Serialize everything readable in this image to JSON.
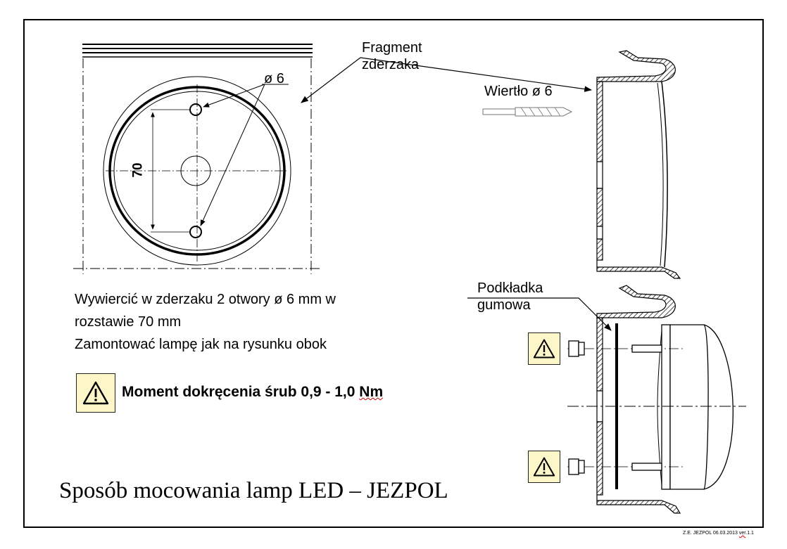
{
  "labels": {
    "fragment_line1": "Fragment",
    "fragment_line2": "zderzaka",
    "hole_diameter": "ø 6",
    "spacing": "70",
    "drill": "Wiertło ø 6",
    "washer_line1": "Podkładka",
    "washer_line2": "gumowa"
  },
  "instructions": {
    "line1": "Wywiercić  w zderzaku 2 otwory ø 6 mm w",
    "line2": "rozstawie 70 mm",
    "line3": "Zamontować lampę jak na rysunku obok"
  },
  "torque": {
    "prefix": "Moment dokręcenia śrub  0,9 - 1,0 ",
    "unit": "Nm"
  },
  "title": "Sposób mocowania lamp LED – JEZPOL",
  "footer": {
    "text_before": "Z.E. JEZPOL  06.03.2013 ",
    "ver": "ver",
    "text_after": ".1.1"
  },
  "icons": {
    "warning": "warning-triangle-icon"
  },
  "colors": {
    "warning_bg": "#fdf6c8",
    "ink": "#000000"
  }
}
